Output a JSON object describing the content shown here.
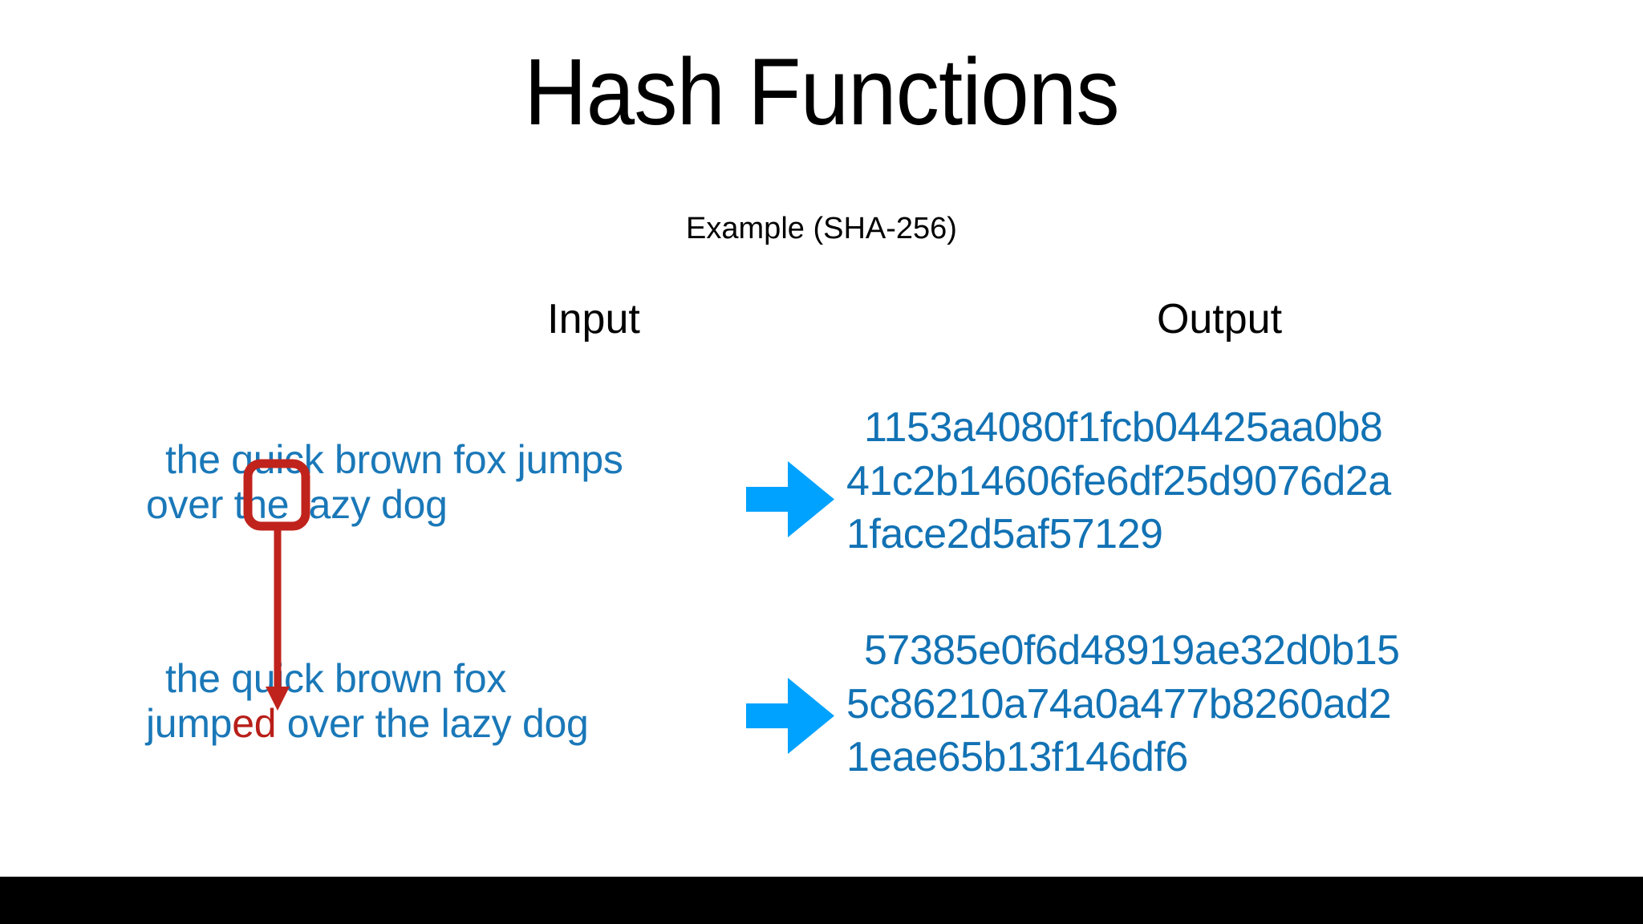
{
  "slide": {
    "title": "Hash Functions",
    "subtitle": "Example (SHA-256)",
    "background_color": "#ffffff",
    "bottom_band_color": "#000000"
  },
  "columns": {
    "input_header": "Input",
    "output_header": "Output"
  },
  "colors": {
    "text_blue": "#1272b4",
    "input_blue": "#1a78b8",
    "diff_red": "#b81f19",
    "arrow_blue": "#00a2ff",
    "annotation_red": "#c0231c",
    "heading_black": "#000000"
  },
  "rows": [
    {
      "input": {
        "lines": [
          "the quick brown fox jumps",
          "over the lazy dog"
        ],
        "full_text": "the quick brown fox jumps over the lazy dog"
      },
      "arrow": "right-arrow-icon",
      "output": {
        "lines": [
          "1153a4080f1fcb04425aa0b8",
          "41c2b14606fe6df25d9076d2a",
          "1face2d5af57129"
        ],
        "full_hash": "1153a4080f1fcb04425aa0b841c2b14606fe6df25d9076d2a1face2d5af57129"
      }
    },
    {
      "input": {
        "lines_parts": [
          [
            {
              "text": "the quick brown fox",
              "highlight": false
            }
          ],
          [
            {
              "text": "jump",
              "highlight": false
            },
            {
              "text": "ed",
              "highlight": true
            },
            {
              "text": " over the lazy dog",
              "highlight": false
            }
          ]
        ],
        "full_text": "the quick brown fox jumped over the lazy dog"
      },
      "arrow": "right-arrow-icon",
      "output": {
        "lines": [
          "57385e0f6d48919ae32d0b15",
          "5c86210a74a0a477b8260ad2",
          "1eae65b13f146df6"
        ],
        "full_hash": "57385e0f6d48919ae32d0b155c86210a74a0a477b8260ad21eae65b13f146df6"
      }
    }
  ],
  "annotation": {
    "type": "callout-box-with-arrow",
    "description": "red rounded rectangle with downward arrow",
    "color": "#c0231c"
  }
}
